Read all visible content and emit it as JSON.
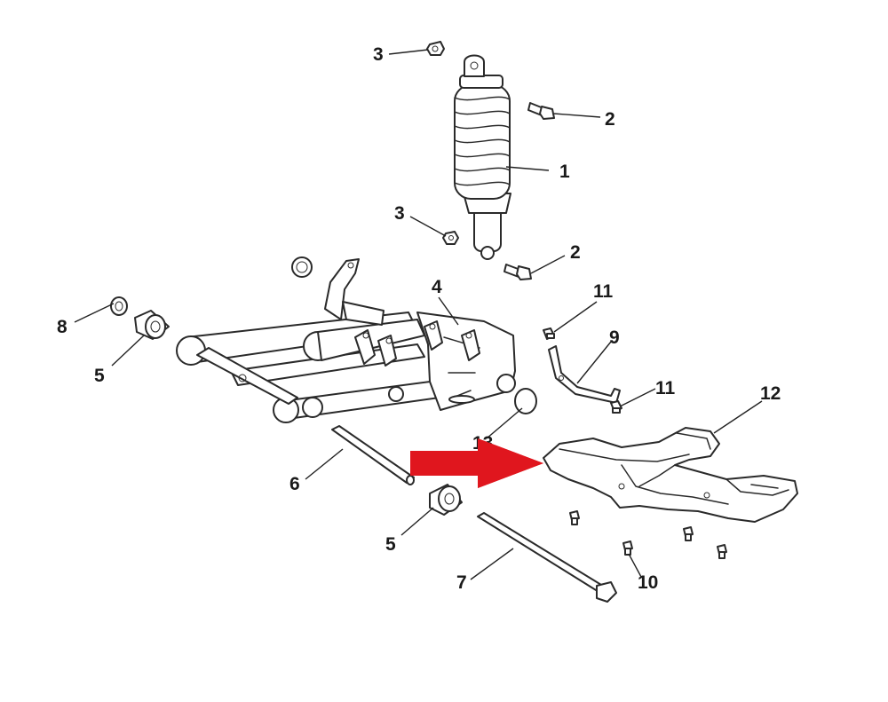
{
  "callouts": {
    "c1": "1",
    "c2a": "2",
    "c2b": "2",
    "c3a": "3",
    "c3b": "3",
    "c4": "4",
    "c5a": "5",
    "c5b": "5",
    "c6": "6",
    "c7": "7",
    "c8": "8",
    "c9": "9",
    "c10": "10",
    "c11a": "11",
    "c11b": "11",
    "c12": "12",
    "c13": "13"
  },
  "colors": {
    "line": "#2a2a2a",
    "arrow": "#e0161e",
    "background": "#ffffff"
  }
}
